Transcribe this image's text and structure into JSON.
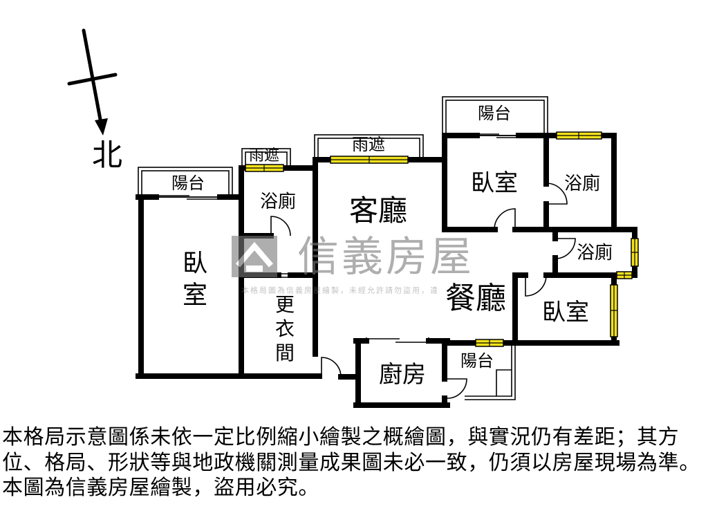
{
  "compass": {
    "north": "北"
  },
  "rooms": {
    "balcony_left": "陽台",
    "bedroom_left": "臥室",
    "canopy_bath": "雨遮",
    "bath_left": "浴廁",
    "dressing_room": "更衣間",
    "canopy_living": "雨遮",
    "living_room": "客廳",
    "balcony_top": "陽台",
    "bedroom_top_right": "臥室",
    "bath_top_right": "浴廁",
    "bath_middle_right": "浴廁",
    "dining_room": "餐廳",
    "bedroom_bottom_right": "臥室",
    "kitchen": "廚房",
    "balcony_kitchen": "陽台"
  },
  "watermark": {
    "brand": "信義房屋",
    "notice": "本格局圖為信義房屋繪製，未經允許請勿盜用，違"
  },
  "disclaimer": {
    "lines": [
      "本格局示意圖係未依一定比例縮小繪製之概繪圖，與實況仍有差距；其方",
      "位、格局、形狀等與地政機關測量成果圖未必一致，仍須以房屋現場為準。",
      "本圖為信義房屋繪製，盜用必究。"
    ]
  },
  "colors": {
    "wall": "#000000",
    "window": "#f2e21c",
    "watermark": "#7a7a7a",
    "background": "#ffffff"
  }
}
